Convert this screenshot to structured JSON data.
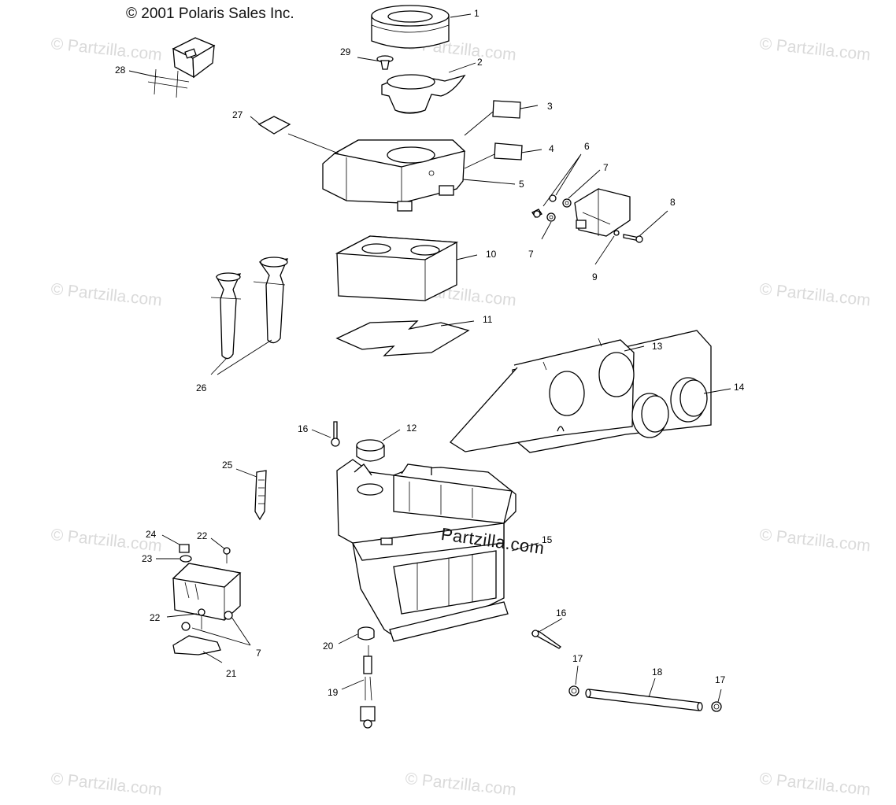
{
  "copyright": "© 2001 Polaris Sales Inc.",
  "watermark_text": "© Partzilla.com",
  "center_logo_text": "Partzilla.com",
  "colors": {
    "line": "#000000",
    "background": "#ffffff",
    "watermark": "#dadada"
  },
  "callouts": {
    "c1": "1",
    "c2": "2",
    "c3": "3",
    "c4": "4",
    "c5": "5",
    "c6": "6",
    "c7a": "7",
    "c7b": "7",
    "c7c": "7",
    "c8": "8",
    "c9": "9",
    "c10": "10",
    "c11": "11",
    "c12": "12",
    "c13": "13",
    "c14": "14",
    "c15": "15",
    "c16a": "16",
    "c16b": "16",
    "c17a": "17",
    "c17b": "17",
    "c18": "18",
    "c19": "19",
    "c20": "20",
    "c21": "21",
    "c22a": "22",
    "c22b": "22",
    "c23": "23",
    "c24": "24",
    "c25": "25",
    "c26": "26",
    "c27": "27",
    "c28": "28",
    "c29": "29"
  }
}
